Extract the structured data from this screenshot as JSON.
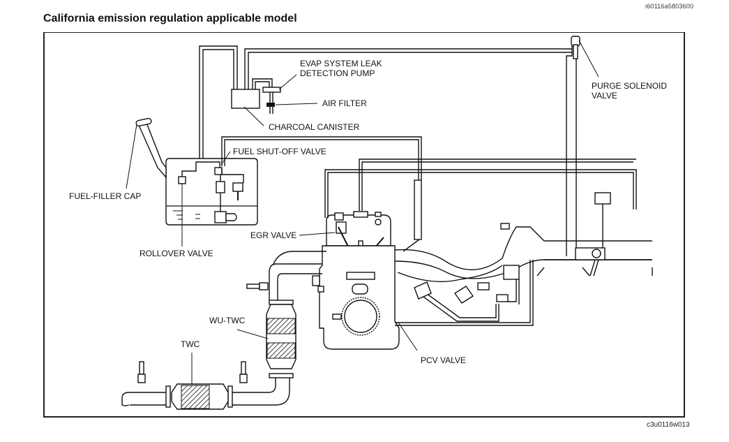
{
  "document": {
    "reference_code_top": "i60116a5803600",
    "title": "California emission regulation applicable model",
    "figure_code": "c3u0116w013"
  },
  "labels": {
    "evap_pump_line1": "EVAP SYSTEM LEAK",
    "evap_pump_line2": "DETECTION PUMP",
    "air_filter": "AIR FILTER",
    "charcoal_canister": "CHARCOAL CANISTER",
    "purge_solenoid_line1": "PURGE SOLENOID",
    "purge_solenoid_line2": "VALVE",
    "fuel_shutoff_valve": "FUEL SHUT-OFF VALVE",
    "fuel_filler_cap": "FUEL-FILLER CAP",
    "rollover_valve": "ROLLOVER VALVE",
    "egr_valve": "EGR VALVE",
    "wu_twc": "WU-TWC",
    "twc": "TWC",
    "pcv_valve": "PCV VALVE"
  }
}
